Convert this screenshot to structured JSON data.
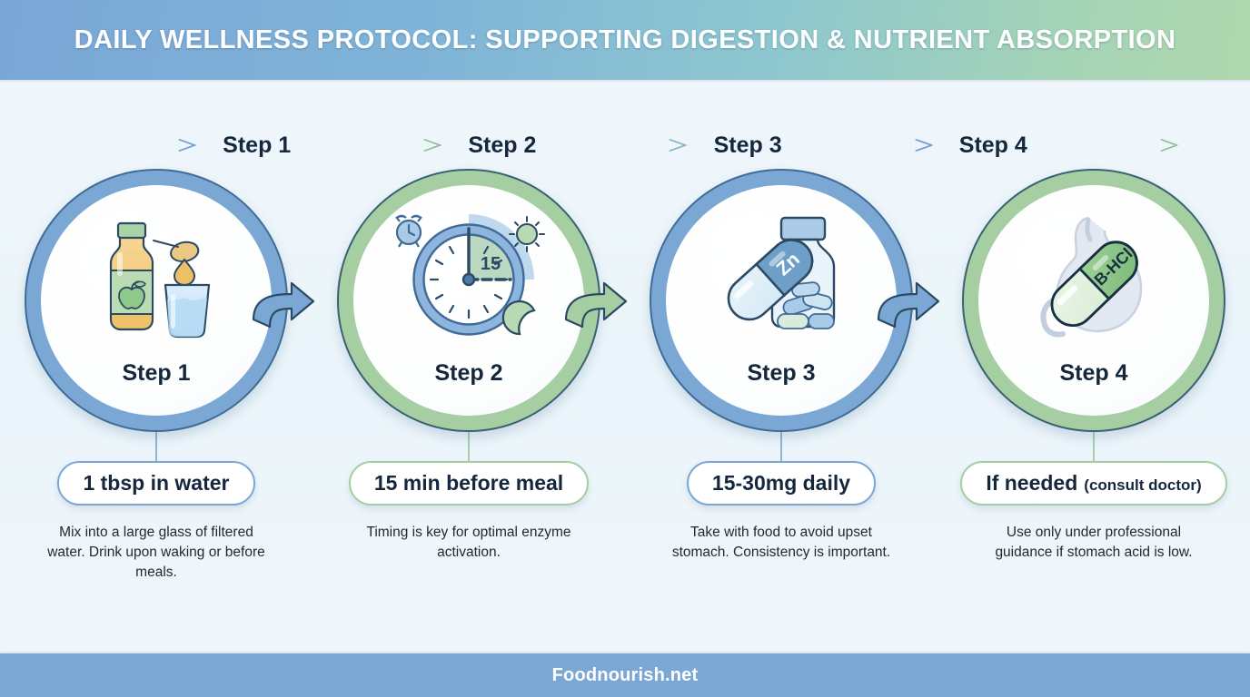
{
  "header": {
    "title": "DAILY WELLNESS PROTOCOL: SUPPORTING DIGESTION & NUTRIENT ABSORPTION",
    "gradient_from": "#7aa6d6",
    "gradient_to": "#b0d8ae"
  },
  "timeline": {
    "labels": [
      "Step 1",
      "Step 2",
      "Step 3",
      "Step 4"
    ],
    "arrow_colors": [
      "#8aaed3",
      "#9ec9a9",
      "#8fbfb5",
      "#7ba7d4",
      "#a9cfa6"
    ]
  },
  "colors": {
    "blue_ring": "#7ba7d4",
    "green_ring": "#a5cfa3",
    "outline_dark": "#2c4a63",
    "background": "#eef6fb",
    "text_dark": "#15273d",
    "accent_amber": "#e9b45a"
  },
  "steps": [
    {
      "caption": "Step 1",
      "ring": "blue",
      "icon": "vinegar-bottle-and-water-glass-icon",
      "badge": "1 tbsp in water",
      "badge_sub": "",
      "description": "Mix into a large glass of filtered water. Drink upon waking or before meals."
    },
    {
      "caption": "Step 2",
      "ring": "green",
      "icon": "clock-timing-icon",
      "icon_value": "15",
      "badge": "15 min before meal",
      "badge_sub": "",
      "description": "Timing is key for optimal enzyme activation."
    },
    {
      "caption": "Step 3",
      "ring": "blue",
      "icon": "supplement-bottle-capsule-icon",
      "icon_value": "Zn",
      "badge": "15-30mg daily",
      "badge_sub": "",
      "description": "Take with food to avoid upset stomach. Consistency is important."
    },
    {
      "caption": "Step 4",
      "ring": "green",
      "icon": "stomach-capsule-icon",
      "icon_value": "B-HCl",
      "badge": "If needed",
      "badge_sub": "(consult doctor)",
      "description": "Use only under professional guidance if stomach acid is low."
    }
  ],
  "footer": {
    "text": "Foodnourish.net"
  }
}
